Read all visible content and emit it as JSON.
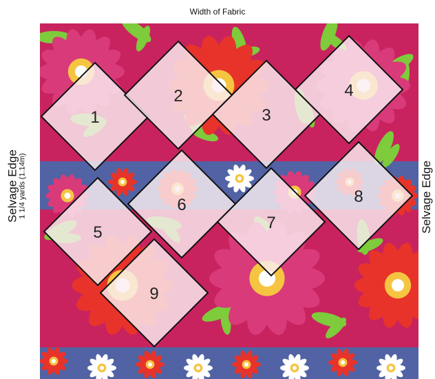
{
  "labels": {
    "top": "Width of Fabric",
    "left_main": "Selvage Edge",
    "left_sub": "1 1/4 yards (1.14m)",
    "right": "Selvage Edge"
  },
  "blocks": [
    "1",
    "2",
    "3",
    "4",
    "5",
    "6",
    "7",
    "8",
    "9"
  ],
  "colors": {
    "fabric_base": "#c8235f",
    "flower_red": "#e8332a",
    "flower_pink": "#d93a7a",
    "leaf_green": "#7ecb3b",
    "band_blue": "#3c6fb0",
    "square_fill": "#fbeef2",
    "square_stroke": "#111111"
  }
}
